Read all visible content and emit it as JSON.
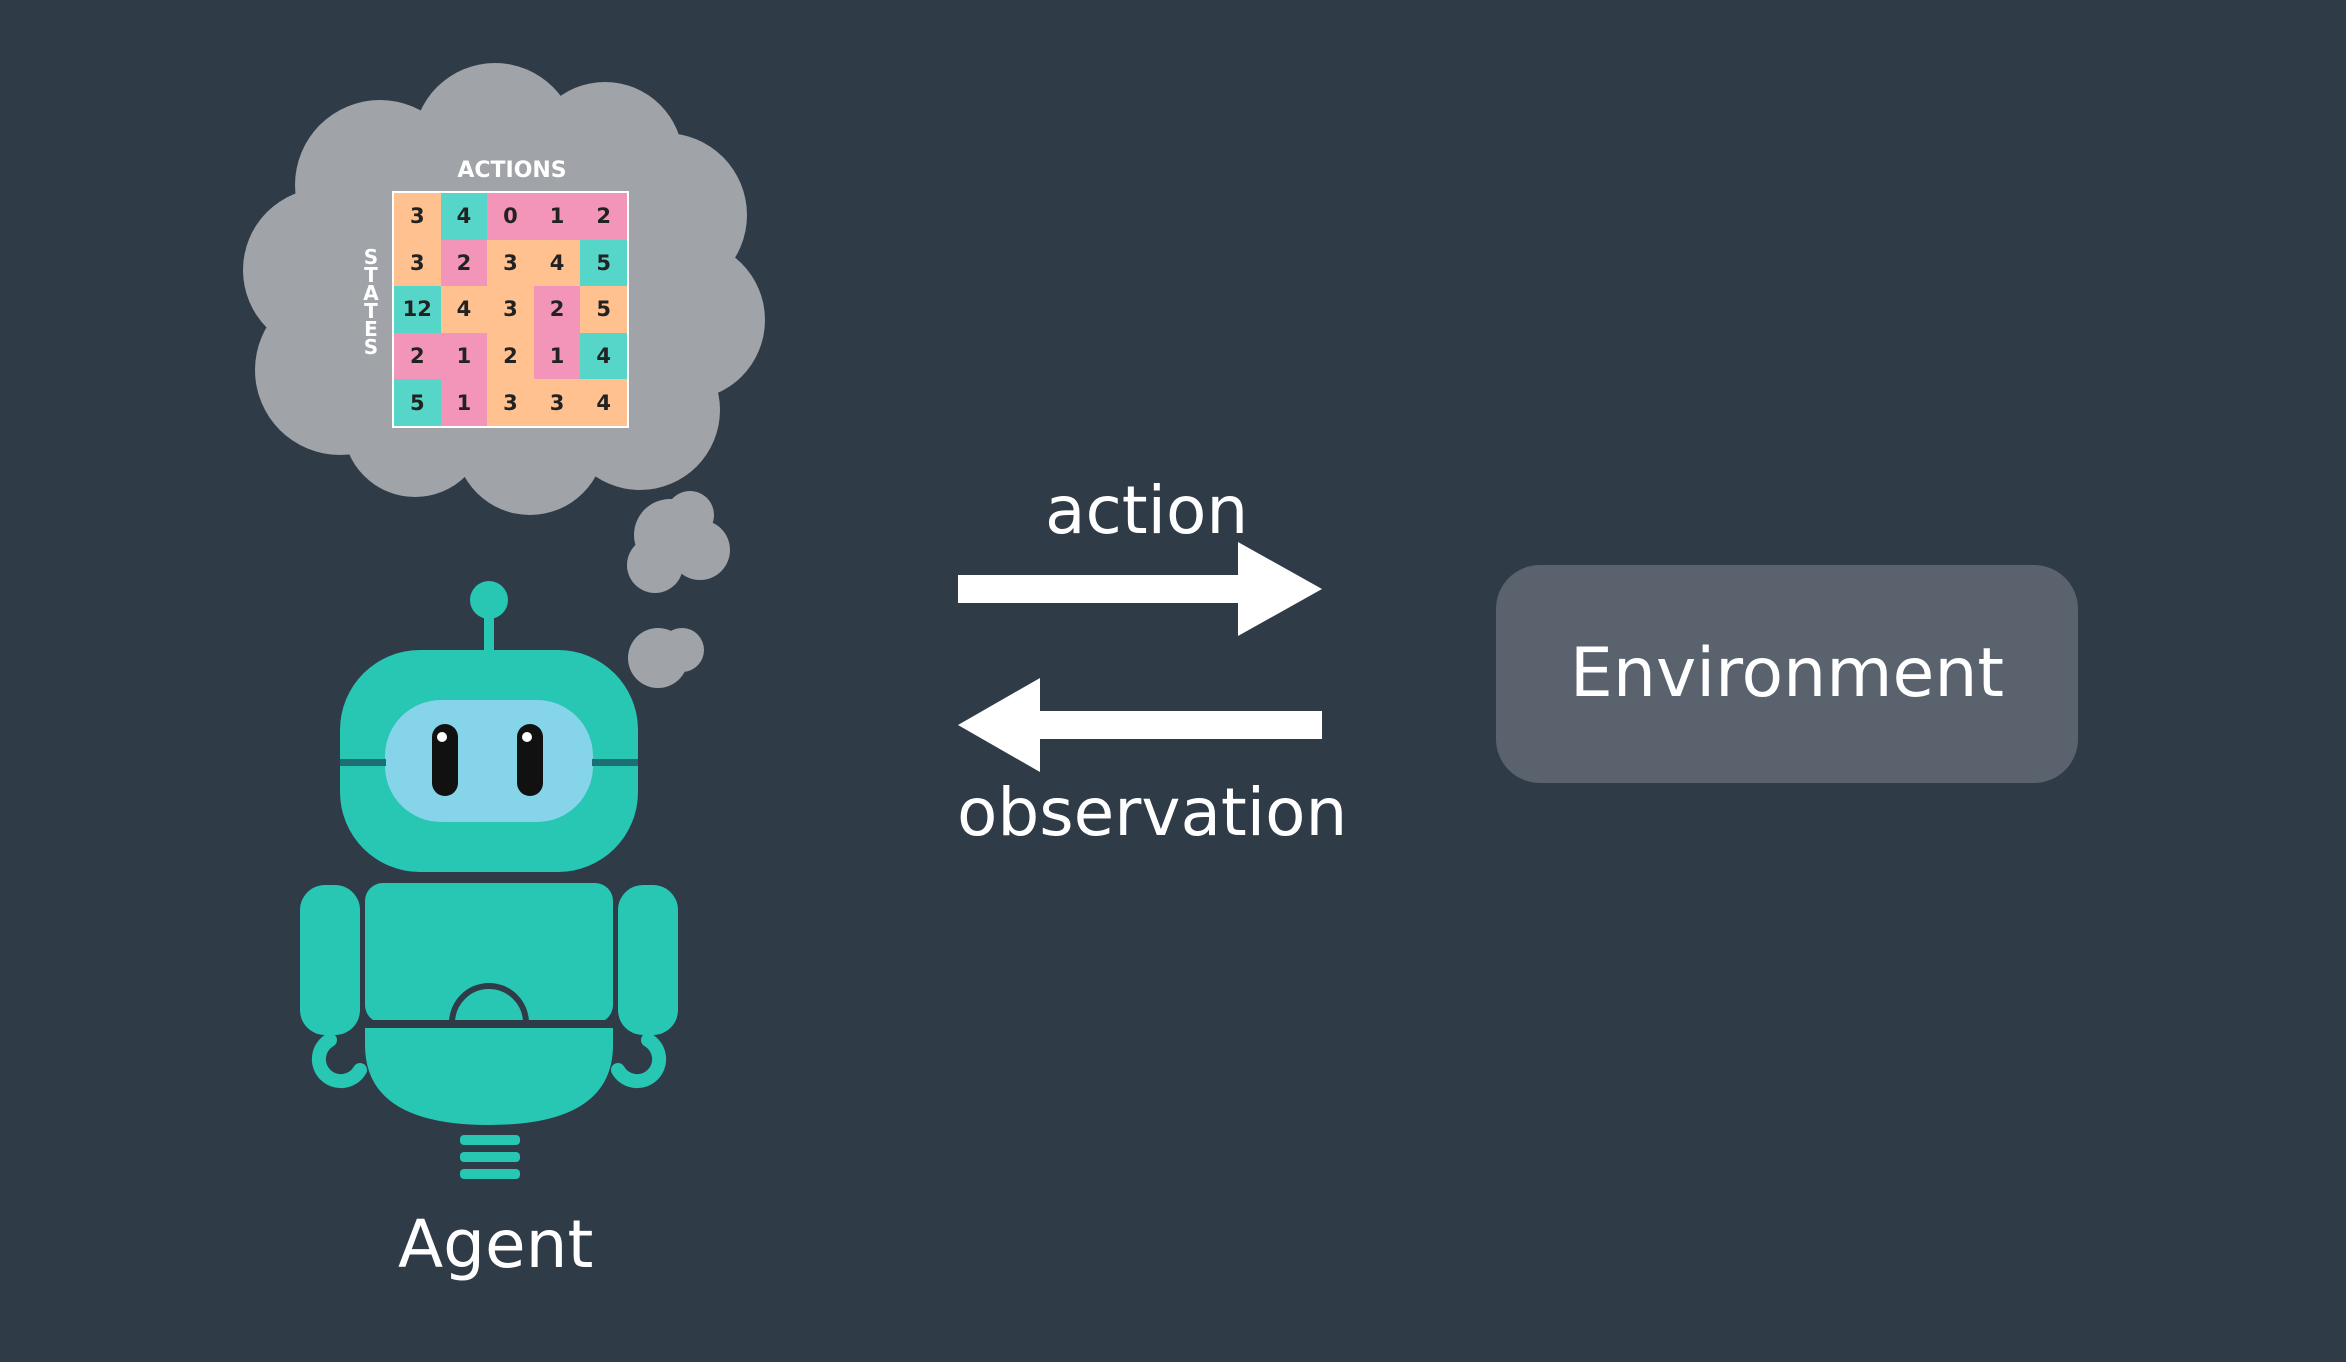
{
  "diagram": {
    "agent_label": "Agent",
    "action_label": "action",
    "observation_label": "observation",
    "environment_label": "Environment"
  },
  "q_table": {
    "columns_label": "ACTIONS",
    "rows_label": "STATES",
    "cells": [
      [
        3,
        4,
        0,
        1,
        2
      ],
      [
        3,
        2,
        3,
        4,
        5
      ],
      [
        12,
        4,
        3,
        2,
        5
      ],
      [
        2,
        1,
        2,
        1,
        4
      ],
      [
        5,
        1,
        3,
        3,
        4
      ]
    ],
    "cell_colors": [
      [
        "orange",
        "teal",
        "pink",
        "pink",
        "pink"
      ],
      [
        "orange",
        "pink",
        "orange",
        "orange",
        "teal"
      ],
      [
        "teal",
        "orange",
        "orange",
        "pink",
        "orange"
      ],
      [
        "pink",
        "pink",
        "orange",
        "pink",
        "teal"
      ],
      [
        "teal",
        "pink",
        "orange",
        "orange",
        "orange"
      ]
    ]
  },
  "colors": {
    "background": "#303b48",
    "robot": "#27c7b4",
    "robot_visor": "#86d4ea",
    "thought_cloud": "#a0a3a8",
    "environment_box": "#59626d",
    "arrow": "#ffffff",
    "orange": "#ffc18f",
    "teal": "#55d6c8",
    "pink": "#f295b8"
  }
}
